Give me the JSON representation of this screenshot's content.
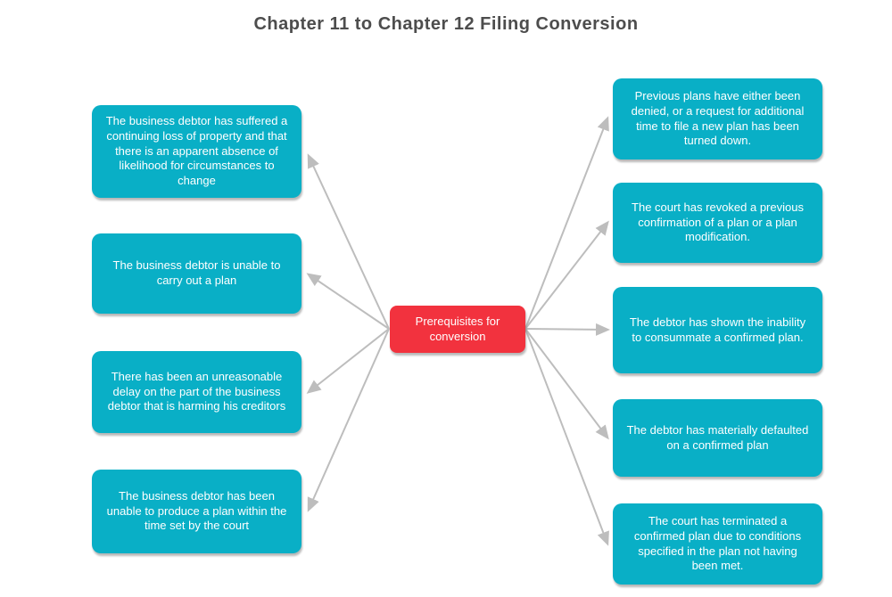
{
  "title": "Chapter 11 to Chapter 12 Filing Conversion",
  "center": {
    "label": "Prerequisites for conversion"
  },
  "left_nodes": [
    {
      "text": "The business debtor has suffered a continuing loss of property and that there is an apparent absence of likelihood for circumstances to change"
    },
    {
      "text": "The business debtor is unable to carry out a plan"
    },
    {
      "text": "There has been an unreasonable delay on the part of the business debtor that is harming his creditors"
    },
    {
      "text": "The business debtor has been unable to produce a plan within the time set by the court"
    }
  ],
  "right_nodes": [
    {
      "text": "Previous plans have either been denied, or a request for additional time to file a new plan has been turned down."
    },
    {
      "text": "The court has revoked a previous confirmation of a plan or a plan modification."
    },
    {
      "text": "The debtor has shown the inability to consummate a confirmed plan."
    },
    {
      "text": "The debtor has materially defaulted on a confirmed plan"
    },
    {
      "text": "The court has terminated a confirmed plan due to conditions specified in the plan not having been met."
    }
  ],
  "colors": {
    "background": "#ffffff",
    "node_teal": "#09afc6",
    "center_red": "#f2323e",
    "arrow_gray": "#bdbdbd",
    "title_gray": "#4d4d4d",
    "node_text": "#ffffff"
  }
}
